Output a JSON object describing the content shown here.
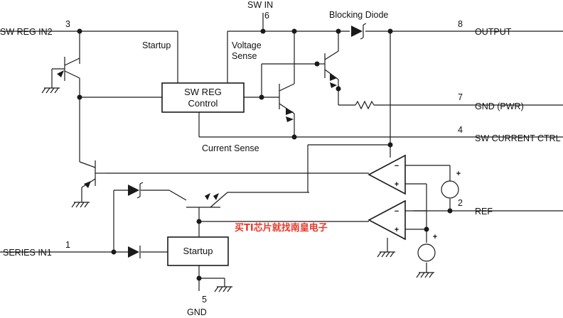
{
  "pins": {
    "sw_reg_in2": {
      "name": "SW REG IN2",
      "number": "3"
    },
    "sw_in": {
      "name": "SW IN",
      "number": "6"
    },
    "output": {
      "name": "OUTPUT",
      "number": "8"
    },
    "gnd_pwr": {
      "name": "GND (PWR)",
      "number": "7"
    },
    "sw_current_ctrl": {
      "name": "SW CURRENT CTRL",
      "number": "4"
    },
    "ref": {
      "name": "REF",
      "number": "2"
    },
    "series_in1": {
      "name": "SERIES IN1",
      "number": "1"
    },
    "gnd": {
      "name": "GND",
      "number": "5"
    }
  },
  "labels": {
    "startup": "Startup",
    "voltage_sense_1": "Voltage",
    "voltage_sense_2": "Sense",
    "blocking_diode": "Blocking Diode",
    "current_sense": "Current Sense"
  },
  "blocks": {
    "sw_reg_control_1": "SW REG",
    "sw_reg_control_2": "Control",
    "startup_block": "Startup"
  },
  "opamps": {
    "minus": "−",
    "plus": "+"
  },
  "sources": {
    "plus": "+"
  },
  "watermark": {
    "text": "买TI芯片就找南皇电子",
    "color": "#e8392b"
  }
}
